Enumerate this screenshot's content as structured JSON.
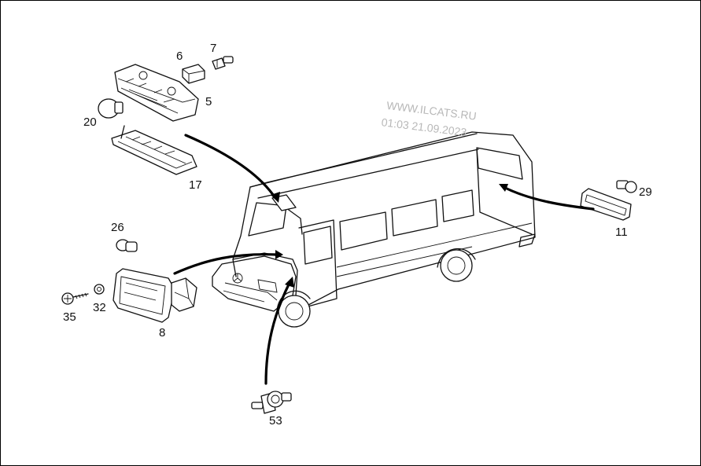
{
  "watermark": {
    "line1": "WWW.ILCATS.RU",
    "line2": "01:03 21.09.2023"
  },
  "callouts": {
    "c5": "5",
    "c6": "6",
    "c7": "7",
    "c8": "8",
    "c11": "11",
    "c17": "17",
    "c20": "20",
    "c26": "26",
    "c29": "29",
    "c32": "32",
    "c35": "35",
    "c53": "53"
  }
}
